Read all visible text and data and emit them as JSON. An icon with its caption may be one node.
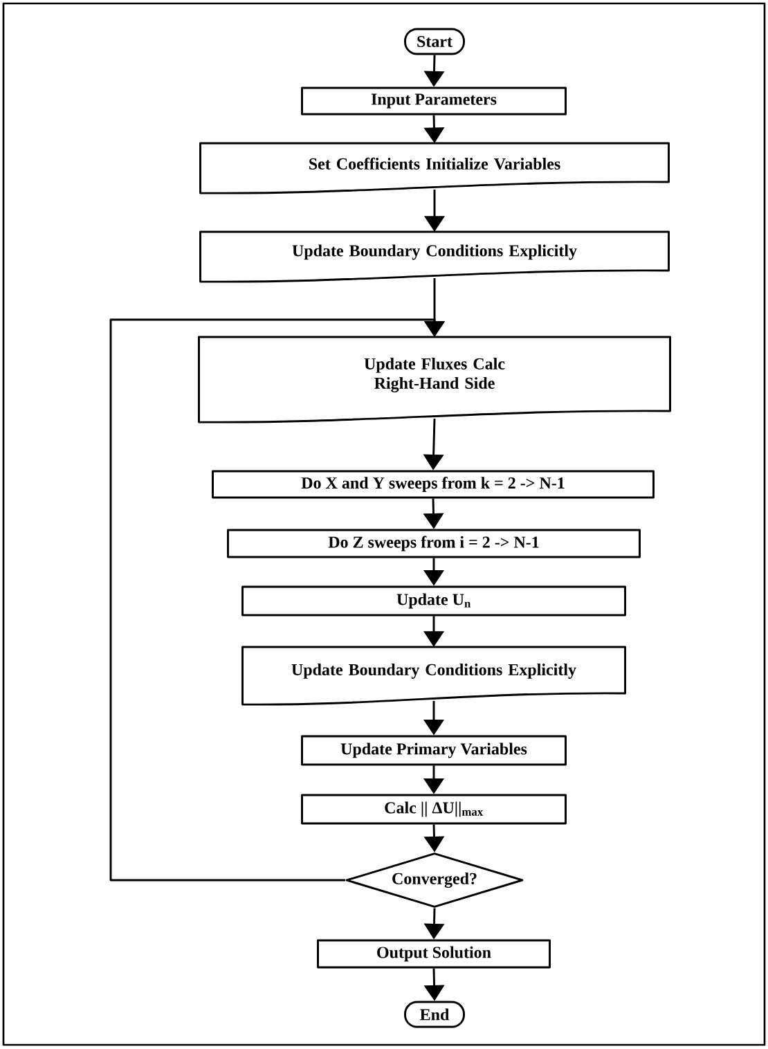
{
  "diagram": {
    "nodes": [
      {
        "text": [
          "Start"
        ]
      },
      {
        "text": [
          "Input Parameters"
        ]
      },
      {
        "text": [
          "Set Coefficients Initialize Variables"
        ]
      },
      {
        "text": [
          "Update Boundary Conditions Explicitly"
        ]
      },
      {
        "text": [
          "Update Fluxes Calc Right-Hand Side"
        ]
      },
      {
        "text": [
          "Do X and Y sweeps from k = 2 -> N-1"
        ]
      },
      {
        "text": [
          "Do Z sweeps from i = 2 -> N-1"
        ]
      },
      {
        "text": [
          "Update U$_{n}$"
        ]
      },
      {
        "text": [
          "Update Boundary Conditions Explicitly"
        ]
      },
      {
        "text": [
          "Update Primary Variables"
        ]
      },
      {
        "text": [
          "Calc || ΔU||$_{max}$"
        ]
      },
      {
        "text": [
          "Converged?"
        ]
      },
      {
        "text": [
          "Output Solution"
        ]
      },
      {
        "text": [
          "End"
        ]
      }
    ],
    "edges": [
      {
        "from": 0,
        "to": 1,
        "arrow": "to"
      },
      {
        "from": 1,
        "to": 2,
        "arrow": "to"
      },
      {
        "from": 2,
        "to": 3,
        "arrow": "to"
      },
      {
        "from": 3,
        "to": 4,
        "arrow": "to"
      },
      {
        "from": 4,
        "to": 5,
        "arrow": "to"
      },
      {
        "from": 5,
        "to": 6,
        "arrow": "to"
      },
      {
        "from": 6,
        "to": 7,
        "arrow": "to"
      },
      {
        "from": 7,
        "to": 8,
        "arrow": "to"
      },
      {
        "from": 8,
        "to": 9,
        "arrow": "to"
      },
      {
        "from": 9,
        "to": 10,
        "arrow": "to"
      },
      {
        "from": 10,
        "to": 11,
        "arrow": "to"
      },
      {
        "from": 11,
        "to": 4,
        "arrow": "to"
      },
      {
        "from": 11,
        "to": 12,
        "arrow": "to"
      },
      {
        "from": 12,
        "to": 13,
        "arrow": "to"
      }
    ]
  }
}
